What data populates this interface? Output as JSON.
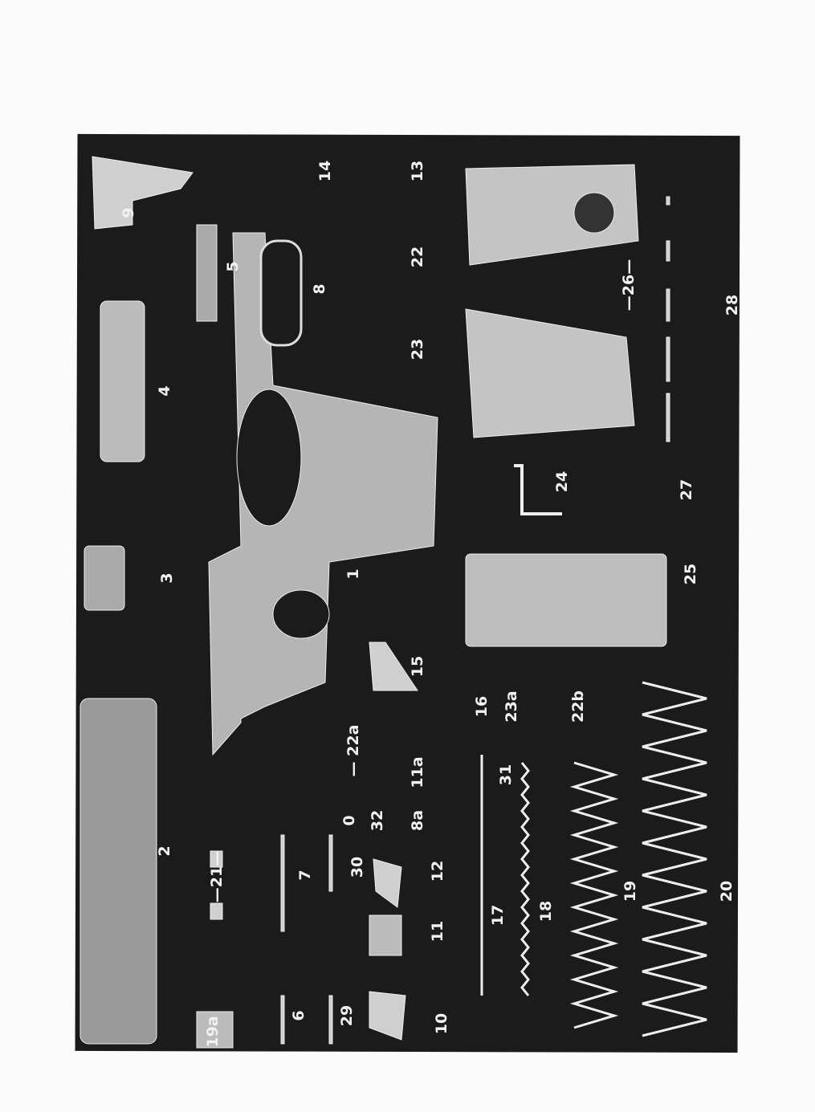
{
  "diagram": {
    "title": "Pistol exploded parts view",
    "labels": [
      "9",
      "14",
      "13",
      "5",
      "8",
      "22",
      "4",
      "23",
      "—26—",
      "28",
      "3",
      "1",
      "24",
      "27",
      "25",
      "2",
      "15",
      "16",
      "23a",
      "22b",
      "— 22a",
      "11a",
      "31",
      "0",
      "32",
      "8a",
      "30",
      "7",
      "12",
      "—21—",
      "17",
      "18",
      "19",
      "20",
      "11",
      "6",
      "29",
      "10",
      "19a"
    ]
  }
}
